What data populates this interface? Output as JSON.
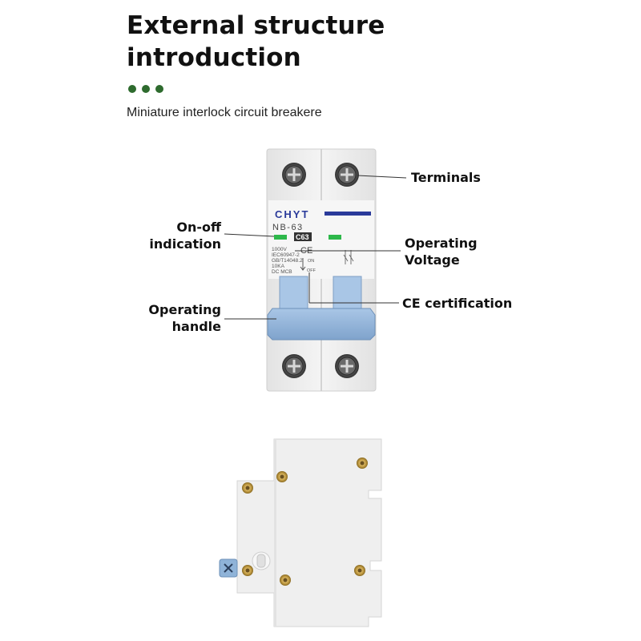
{
  "header": {
    "title_line1": "External structure",
    "title_line2": "introduction",
    "subtitle": "Miniature interlock circuit breakere",
    "accent_color": "#2e6b2e"
  },
  "labels": {
    "terminals": "Terminals",
    "onoff_line1": "On-off",
    "onoff_line2": "indication",
    "voltage_line1": "Operating",
    "voltage_line2": "Voltage",
    "ce_cert": "CE certification",
    "handle_line1": "Operating",
    "handle_line2": "handle"
  },
  "breaker": {
    "brand": "CHYT",
    "model": "NB-63",
    "rating": "C63",
    "spec_lines": [
      "1000V",
      "IEC60947-2",
      "GB/T14048.2",
      "10KA",
      "DC MCB"
    ],
    "on_text": "ON",
    "off_text": "OFF",
    "ce_mark": "CE",
    "handle_color": "#8fb3d8",
    "indicator_color": "#2db84a",
    "stripe_color": "#2a3a9a"
  }
}
